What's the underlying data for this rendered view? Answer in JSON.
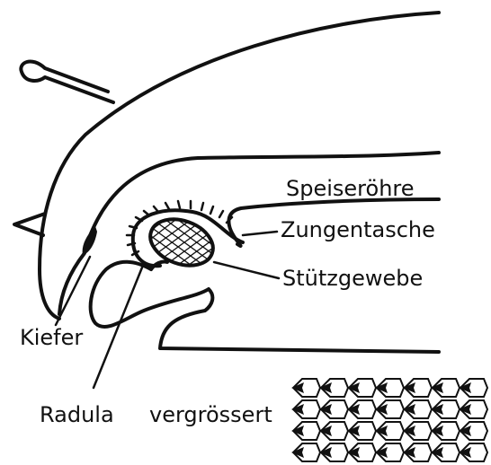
{
  "labels": {
    "speiseroehre": "Speiseröhre",
    "zungentasche": "Zungentasche",
    "stuetzgewebe": "Stützgewebe",
    "kiefer": "Kiefer",
    "radula": "Radula",
    "vergroessert": "vergrössert"
  },
  "colors": {
    "ink": "#111111",
    "paper": "#ffffff"
  }
}
